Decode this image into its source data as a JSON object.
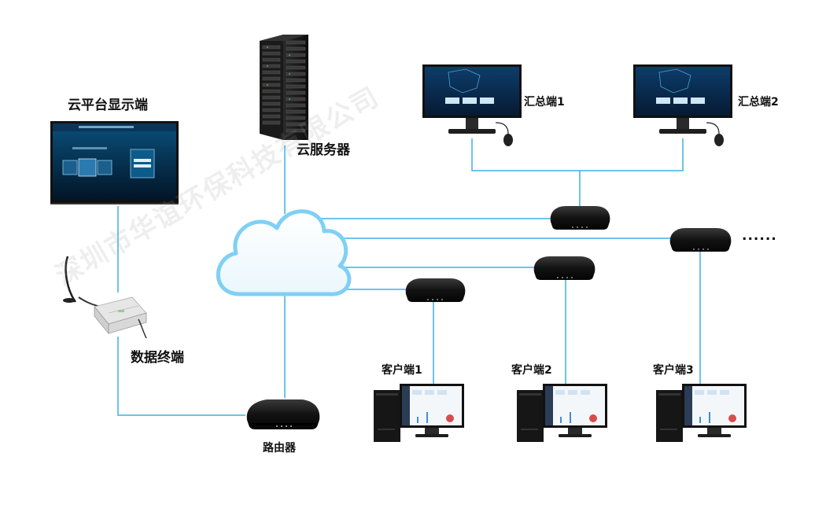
{
  "labels": {
    "cloud_display": "云平台显示端",
    "cloud_server": "云服务器",
    "summary_1": "汇总端1",
    "summary_2": "汇总端2",
    "data_terminal": "数据终端",
    "router": "路由器",
    "client_1": "客户端1",
    "client_2": "客户端2",
    "client_3": "客户端3",
    "more": "......"
  },
  "watermark": "深圳市华谊环保科技有限公司",
  "colors": {
    "link_line": "#3bb0e8",
    "cloud_stroke": "#7fd0f4",
    "device_dark": "#1b1b1b",
    "watermark": "#969696"
  }
}
